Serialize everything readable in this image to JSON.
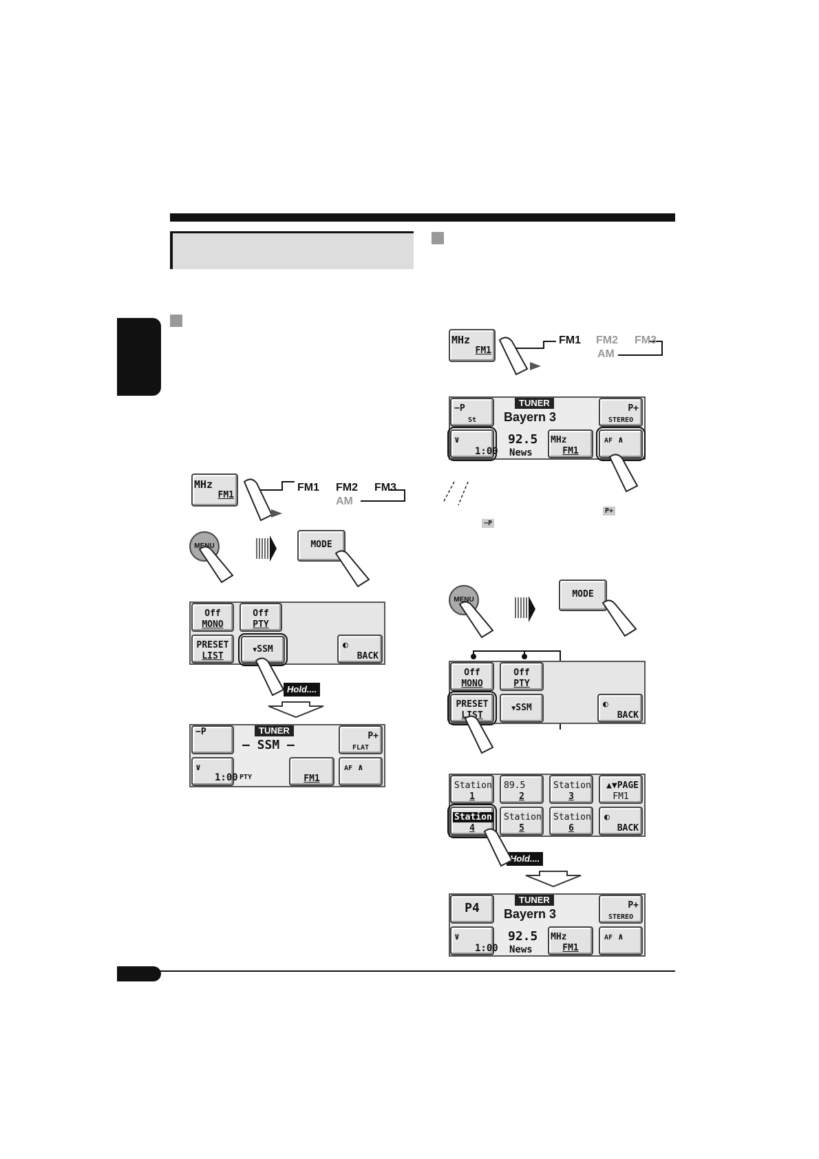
{
  "band_sequence": {
    "fm1": "FM1",
    "fm2": "FM2",
    "fm3": "FM3",
    "am": "AM"
  },
  "buttons": {
    "mhz": "MHz",
    "fm1": "FM1",
    "menu": "MENU",
    "mode": "MODE",
    "off": "Off",
    "mono": "MONO",
    "pty": "PTY",
    "preset": "PRESET",
    "list": "LIST",
    "ssm": "SSM",
    "back": "BACK",
    "minus_p": "−P",
    "plus_p": "P+",
    "af": "AF",
    "stereo": "STEREO",
    "flat": "FLAT",
    "page": "PAGE"
  },
  "hold_label": "Hold....",
  "tuner": {
    "label": "TUNER",
    "ssm_text": "– SSM –",
    "time": "1:00",
    "pty_tag": "PTY",
    "station": "Bayern 3",
    "freq": "92.5",
    "pty_value": "News",
    "st_tag": "St",
    "preset_flash": "P4"
  },
  "preset_list": {
    "items": [
      {
        "top": "Station",
        "bottom": "1"
      },
      {
        "top": "89.5",
        "bottom": "2"
      },
      {
        "top": "Station",
        "bottom": "3"
      },
      {
        "top": "Station",
        "bottom": "4"
      },
      {
        "top": "Station",
        "bottom": "5"
      },
      {
        "top": "Station",
        "bottom": "6"
      }
    ],
    "page_band": "FM1"
  },
  "colors": {
    "ink": "#111111",
    "panel": "#e6e6e6",
    "muted": "#999999"
  }
}
